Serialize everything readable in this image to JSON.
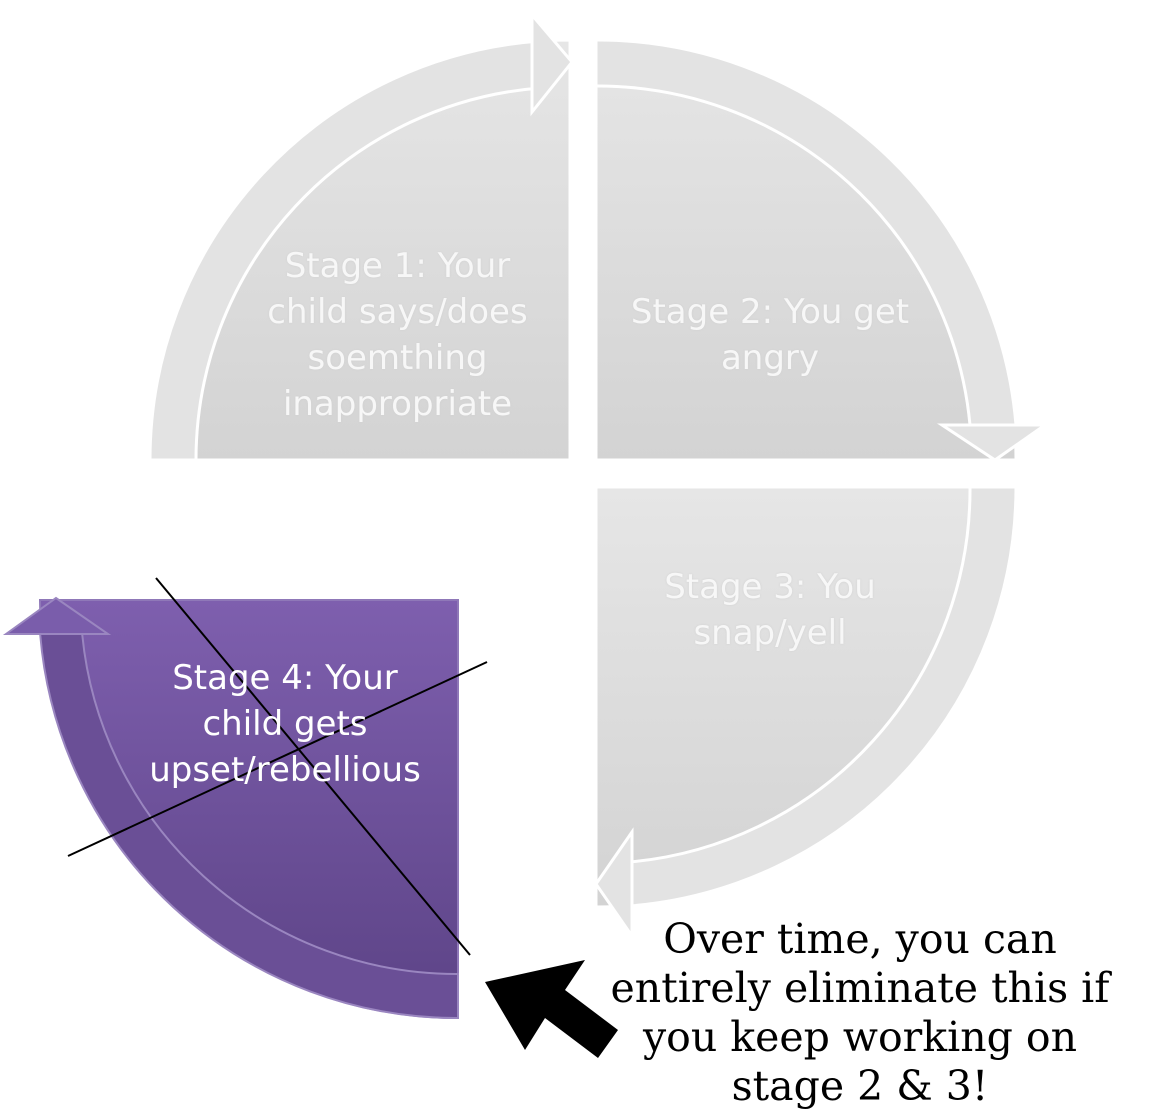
{
  "stages": [
    {
      "label": "Stage 1: Your child says/does soemthing inappropriate"
    },
    {
      "label": "Stage 2: You get angry"
    },
    {
      "label": "Stage 3: You snap/yell"
    },
    {
      "label": "Stage 4: Your child gets upset/rebellious"
    }
  ],
  "note": "Over time, you can entirely eliminate this if you keep working on stage 2 & 3!",
  "colors": {
    "gray": "#d9d9d9",
    "purple": "#6f519b",
    "annotation": "#000000"
  }
}
